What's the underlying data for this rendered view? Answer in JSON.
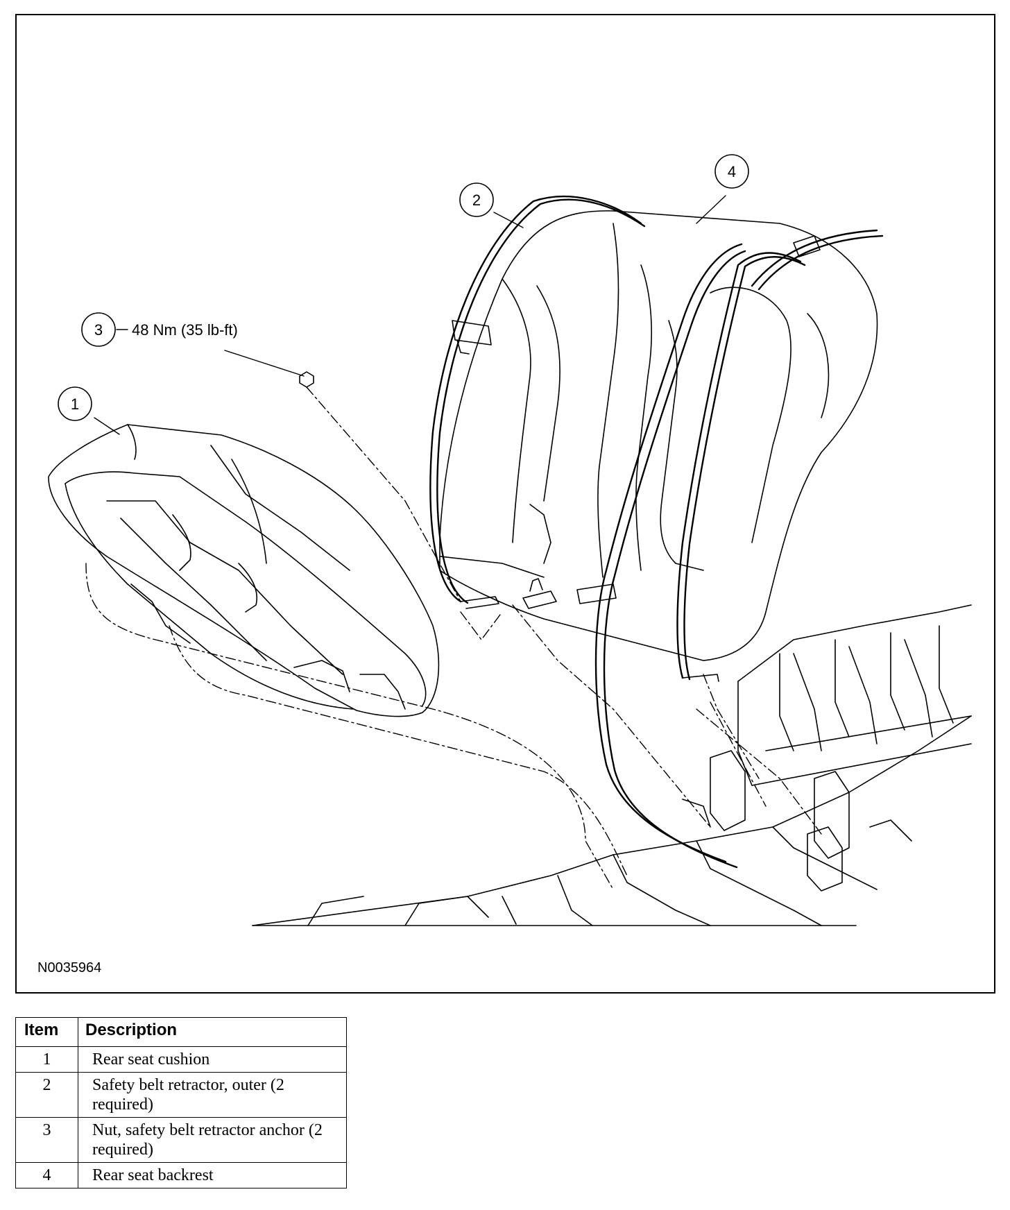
{
  "figure": {
    "id": "N0035964",
    "callouts": [
      {
        "number": "1"
      },
      {
        "number": "2"
      },
      {
        "number": "3",
        "torque": "48 Nm (35 lb-ft)"
      },
      {
        "number": "4"
      }
    ]
  },
  "table": {
    "headers": {
      "item": "Item",
      "description": "Description"
    },
    "rows": [
      {
        "item": "1",
        "description": "Rear seat cushion"
      },
      {
        "item": "2",
        "description": "Safety belt retractor, outer (2 required)"
      },
      {
        "item": "3",
        "description": "Nut, safety belt retractor anchor (2 required)"
      },
      {
        "item": "4",
        "description": "Rear seat backrest"
      }
    ]
  }
}
